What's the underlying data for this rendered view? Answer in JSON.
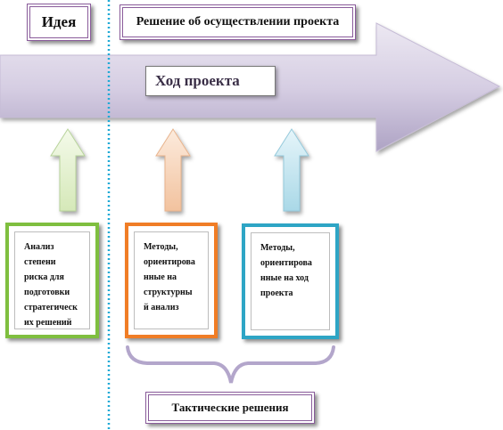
{
  "labels": {
    "idea": "Идея",
    "decision": "Решение об осуществлении проекта",
    "project_course": "Ход проекта",
    "tactical_decisions": "Тактические решения"
  },
  "cards": [
    {
      "lines": [
        "Анализ",
        "степени",
        "риска для",
        "подготовки",
        "стратегическ",
        "их решений"
      ]
    },
    {
      "lines": [
        "Методы,",
        "ориентирова",
        "нные на",
        "структурны",
        "й анализ"
      ]
    },
    {
      "lines": [
        "Методы,",
        "ориентирова",
        "нные на ход",
        "проекта"
      ]
    }
  ],
  "colors": {
    "main_arrow": "#c8bfd9",
    "purple_border": "#8a5c9b",
    "green": "#7fbf3f",
    "orange": "#f07d26",
    "blue": "#2ea5c5",
    "divider": "#1fa9d6"
  }
}
